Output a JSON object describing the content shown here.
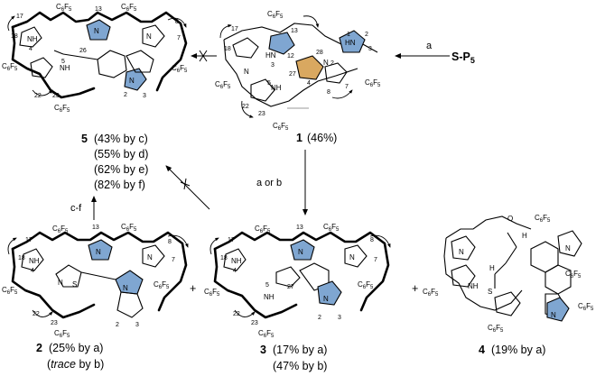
{
  "reagents": {
    "a": "a",
    "s_p5": "S-P",
    "s_p5_sub": "5",
    "a_or_b": "a   or   b",
    "c_f": "c-f",
    "plus": "+"
  },
  "compound1": {
    "number": "1",
    "yield": "(46%)"
  },
  "compound5": {
    "number": "5",
    "yields": [
      "(43% by c)",
      "(55% by d)",
      "(62% by e)",
      "(82% by f)"
    ]
  },
  "compound2": {
    "number": "2",
    "yield": "(25% by a)",
    "yield2": "by b)",
    "yield2_italic": "trace",
    "yield2_open": "("
  },
  "compound3": {
    "number": "3",
    "yield": "(17% by a)",
    "yield2": "(47% by b)"
  },
  "compound4": {
    "number": "4",
    "yield": "(19% by a)"
  },
  "substituent": "C6F5",
  "atoms": {
    "nh": "NH",
    "hn": "HN",
    "n": "N",
    "s": "S",
    "h": "H",
    "o": "O"
  },
  "locants": [
    "1",
    "2",
    "3",
    "4",
    "5",
    "7",
    "8",
    "12",
    "13",
    "17",
    "18",
    "22",
    "23",
    "26",
    "27",
    "28"
  ],
  "colors": {
    "blue": "#7fa6d1",
    "orange": "#d9a860",
    "sulfur": "#d0a020",
    "grey": "#9a9a9a"
  }
}
